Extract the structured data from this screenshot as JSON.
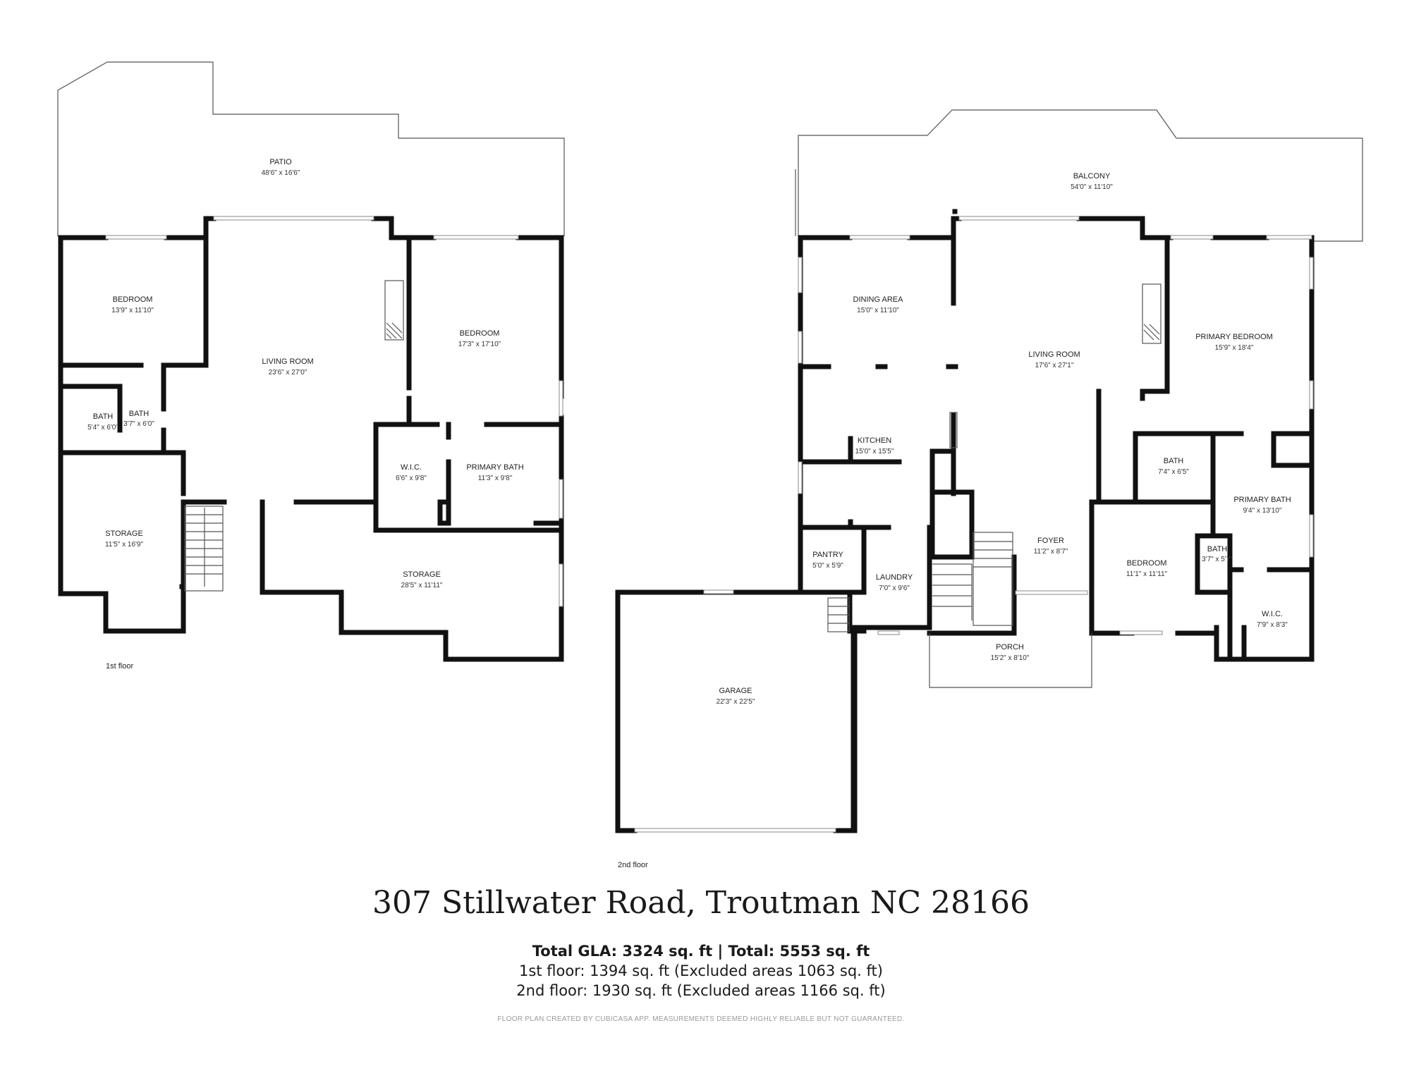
{
  "floors": [
    {
      "label": "1st floor",
      "rooms": [
        {
          "id": "f1-patio",
          "name": "PATIO",
          "dims": "48'6\" x 16'6\""
        },
        {
          "id": "f1-bedroom-1",
          "name": "BEDROOM",
          "dims": "13'9\" x 11'10\""
        },
        {
          "id": "f1-living-room",
          "name": "LIVING ROOM",
          "dims": "23'6\" x 27'0\""
        },
        {
          "id": "f1-bedroom-2",
          "name": "BEDROOM",
          "dims": "17'3\" x 17'10\""
        },
        {
          "id": "f1-bath-1",
          "name": "BATH",
          "dims": "5'4\" x 6'0\""
        },
        {
          "id": "f1-bath-2",
          "name": "BATH",
          "dims": "3'7\" x 6'0\""
        },
        {
          "id": "f1-wic",
          "name": "W.I.C.",
          "dims": "6'6\" x 9'8\""
        },
        {
          "id": "f1-primary-bath",
          "name": "PRIMARY BATH",
          "dims": "11'3\" x 9'8\""
        },
        {
          "id": "f1-storage-1",
          "name": "STORAGE",
          "dims": "11'5\" x 16'9\""
        },
        {
          "id": "f1-storage-2",
          "name": "STORAGE",
          "dims": "28'5\" x 11'11\""
        }
      ]
    },
    {
      "label": "2nd floor",
      "rooms": [
        {
          "id": "f2-balcony",
          "name": "BALCONY",
          "dims": "54'0\" x 11'10\""
        },
        {
          "id": "f2-dining",
          "name": "DINING AREA",
          "dims": "15'0\" x 11'10\""
        },
        {
          "id": "f2-living-room",
          "name": "LIVING ROOM",
          "dims": "17'6\" x 27'1\""
        },
        {
          "id": "f2-primary-bedroom",
          "name": "PRIMARY BEDROOM",
          "dims": "15'9\" x 18'4\""
        },
        {
          "id": "f2-kitchen",
          "name": "KITCHEN",
          "dims": "15'0\" x 15'5\""
        },
        {
          "id": "f2-bath-1",
          "name": "BATH",
          "dims": "7'4\" x 6'5\""
        },
        {
          "id": "f2-primary-bath",
          "name": "PRIMARY BATH",
          "dims": "9'4\" x 13'10\""
        },
        {
          "id": "f2-foyer",
          "name": "FOYER",
          "dims": "11'2\" x 8'7\""
        },
        {
          "id": "f2-pantry",
          "name": "PANTRY",
          "dims": "5'0\" x 5'9\""
        },
        {
          "id": "f2-laundry",
          "name": "LAUNDRY",
          "dims": "7'0\" x 9'6\""
        },
        {
          "id": "f2-bedroom",
          "name": "BEDROOM",
          "dims": "11'1\" x 11'11\""
        },
        {
          "id": "f2-bath-2",
          "name": "BATH",
          "dims": "3'7\" x 5'7\""
        },
        {
          "id": "f2-wic",
          "name": "W.I.C.",
          "dims": "7'9\" x 8'3\""
        },
        {
          "id": "f2-porch",
          "name": "PORCH",
          "dims": "15'2\" x 8'10\""
        },
        {
          "id": "f2-garage",
          "name": "GARAGE",
          "dims": "22'3\" x 22'5\""
        }
      ]
    }
  ],
  "address": "307 Stillwater Road, Troutman NC 28166",
  "totals": {
    "headline": "Total GLA: 3324 sq. ft | Total: 5553 sq. ft",
    "first_floor": "1st floor: 1394 sq. ft (Excluded areas 1063 sq. ft)",
    "second_floor": "2nd floor: 1930 sq. ft (Excluded areas 1166 sq. ft)"
  },
  "disclaimer": "FLOOR PLAN CREATED BY CUBICASA APP. MEASUREMENTS DEEMED HIGHLY RELIABLE BUT NOT GUARANTEED."
}
